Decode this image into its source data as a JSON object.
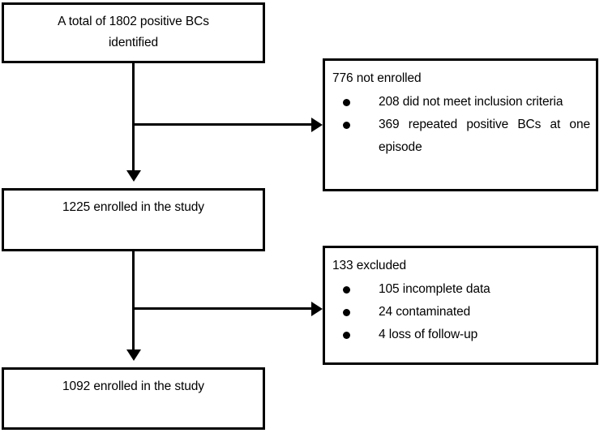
{
  "figure": {
    "type": "flowchart",
    "title": "Study enrollment flow diagram"
  },
  "nodes": {
    "total_identified": {
      "line1": "A total of 1802 positive BCs",
      "line2": "identified"
    },
    "enrolled_1225": {
      "line1": "1225 enrolled in the study"
    },
    "enrolled_1092": {
      "line1": "1092 enrolled in the study"
    },
    "not_enrolled": {
      "heading": "776 not enrolled",
      "bullets": [
        "208 did not meet inclusion criteria",
        "369 repeated positive BCs at one episode"
      ]
    },
    "excluded": {
      "heading": "133 excluded",
      "bullets": [
        "105 incomplete data",
        "24 contaminated",
        "4 loss of follow-up"
      ]
    }
  },
  "edges": [
    {
      "from": "total_identified",
      "to": "not_enrolled",
      "direction": "right"
    },
    {
      "from": "total_identified",
      "to": "enrolled_1225",
      "direction": "down"
    },
    {
      "from": "enrolled_1225",
      "to": "excluded",
      "direction": "right"
    },
    {
      "from": "enrolled_1225",
      "to": "enrolled_1092",
      "direction": "down"
    }
  ],
  "style": {
    "stroke": "#000000",
    "fill": "#ffffff",
    "bullet_glyph": "filled-circle"
  }
}
